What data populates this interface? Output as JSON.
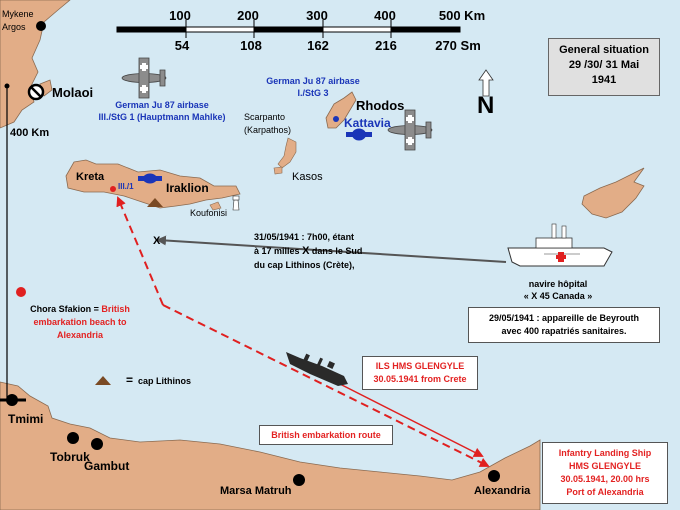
{
  "places": {
    "mykene": "Mykene",
    "argos": "Argos",
    "molaoi": "Molaoi",
    "kreta": "Kreta",
    "iraklion": "Iraklion",
    "koufonisi": "Koufonisi",
    "scarpanto": "Scarpanto",
    "karpathos": "(Karpathos)",
    "kasos": "Kasos",
    "rhodos": "Rhodos",
    "kattavia": "Kattavia",
    "tmimi": "Tmimi",
    "tobruk": "Tobruk",
    "gambut": "Gambut",
    "marsa_matruh": "Marsa Matruh",
    "alexandria": "Alexandria",
    "unit_1": "III./1"
  },
  "scale": {
    "km_labels": [
      "100",
      "200",
      "300",
      "400",
      "500 Km"
    ],
    "sm_labels": [
      "54",
      "108",
      "162",
      "216",
      "270 Sm"
    ]
  },
  "distance_label": "400 Km",
  "north": "N",
  "title_box": {
    "line1": "General situation",
    "line2": "29 /30/ 31 Mai",
    "line3": "1941"
  },
  "airbase_west": {
    "line1": "German Ju 87 airbase",
    "line2": "III./StG 1 (Hauptmann Mahlke)"
  },
  "airbase_east": {
    "line1": "German Ju 87 airbase",
    "line2": "I./StG 3"
  },
  "note_3105": {
    "line1": "31/05/1941 : 7h00, étant",
    "line2a": "à 17 milles",
    "line2b": "X",
    "line2c": " dans le Sud",
    "line3": "du cap Lithinos (Crète),"
  },
  "x_marker": "X",
  "hospital_ship": {
    "line1": "navire hôpital",
    "line2": "« X 45 Canada »"
  },
  "note_2905": {
    "line1": "29/05/1941 : appareille de Beyrouth",
    "line2": "avec 400 rapatriés sanitaires."
  },
  "chora": {
    "prefix": "Chora Sfakion",
    "eq": " = ",
    "red1": "British",
    "red2": "embarkation beach to",
    "red3": "Alexandria"
  },
  "legend": {
    "eq": "=",
    "label": "cap Lithinos"
  },
  "ils_label": {
    "line1": "ILS HMS GLENGYLE",
    "line2": "30.05.1941 from Crete"
  },
  "route_label": "British embarkation route",
  "infantry_box": {
    "line1": "Infantry Landing Ship",
    "line2": "HMS GLENGYLE",
    "line3": "30.05.1941, 20.00 hrs",
    "line4": "Port of Alexandria"
  },
  "colors": {
    "sea": "#d5e9f3",
    "land": "#e2ad87",
    "blue_label": "#1a35b8",
    "red_label": "#e32222",
    "route": "#e02020"
  }
}
